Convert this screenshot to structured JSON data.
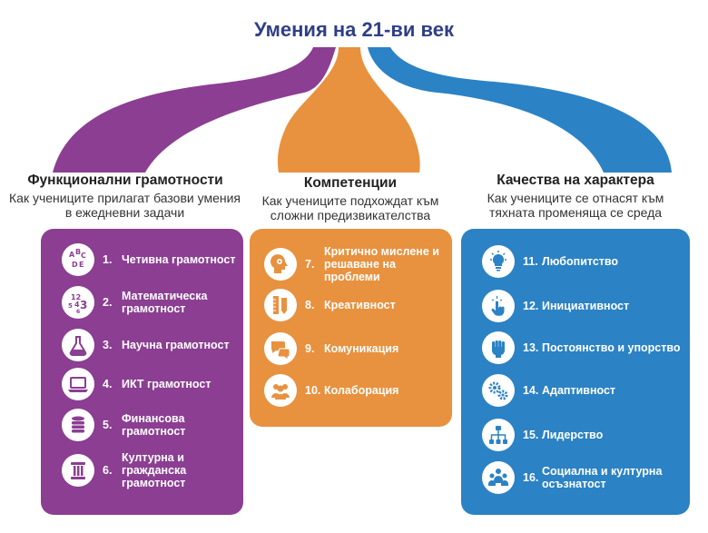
{
  "title": "Умения на 21-ви век",
  "colors": {
    "purple": "#8b3e92",
    "orange": "#e8913f",
    "blue": "#2b82c4",
    "title": "#2f3f86"
  },
  "columns": [
    {
      "title": "Функционални грамотности",
      "subtitle": "Как учениците прилагат базови умения в ежедневни задачи",
      "items": [
        {
          "num": "1.",
          "label": "Четивна грамотност",
          "icon": "letters-abcde-icon"
        },
        {
          "num": "2.",
          "label": "Математическа грамотност",
          "icon": "numbers-icon"
        },
        {
          "num": "3.",
          "label": "Научна грамотност",
          "icon": "flask-icon"
        },
        {
          "num": "4.",
          "label": "ИКТ грамотност",
          "icon": "laptop-icon"
        },
        {
          "num": "5.",
          "label": "Финансова грамотност",
          "icon": "coins-icon"
        },
        {
          "num": "6.",
          "label": "Културна и гражданска грамотност",
          "icon": "column-icon"
        }
      ]
    },
    {
      "title": "Компетенции",
      "subtitle": "Как учениците подхождат към сложни предизвикателства",
      "items": [
        {
          "num": "7.",
          "label": "Критично мислене и решаване на проблеми",
          "icon": "head-gears-icon"
        },
        {
          "num": "8.",
          "label": "Креативност",
          "icon": "ruler-pencil-icon"
        },
        {
          "num": "9.",
          "label": "Комуникация",
          "icon": "speech-bubbles-icon"
        },
        {
          "num": "10.",
          "label": "Колаборация",
          "icon": "people-icon"
        }
      ]
    },
    {
      "title": "Качества на характера",
      "subtitle": "Как учениците се отнасят към тяхната променяща се среда",
      "items": [
        {
          "num": "11.",
          "label": "Любопитство",
          "icon": "lightbulb-icon"
        },
        {
          "num": "12.",
          "label": "Инициативност",
          "icon": "pointer-hand-icon"
        },
        {
          "num": "13.",
          "label": "Постоянство и упорство",
          "icon": "fist-icon"
        },
        {
          "num": "14.",
          "label": "Адаптивност",
          "icon": "gears-icon"
        },
        {
          "num": "15.",
          "label": "Лидерство",
          "icon": "org-chart-icon"
        },
        {
          "num": "16.",
          "label": "Социална и културна осъзнатост",
          "icon": "group-icon"
        }
      ]
    }
  ]
}
